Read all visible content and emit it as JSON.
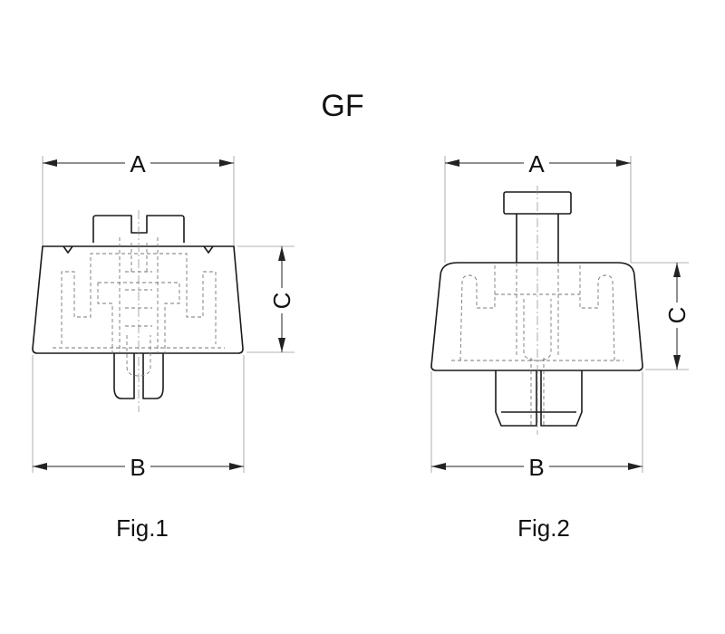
{
  "title": "GF",
  "figures": [
    {
      "caption": "Fig.1",
      "labels": {
        "a": "A",
        "b": "B",
        "c": "C"
      }
    },
    {
      "caption": "Fig.2",
      "labels": {
        "a": "A",
        "b": "B",
        "c": "C"
      }
    }
  ]
}
